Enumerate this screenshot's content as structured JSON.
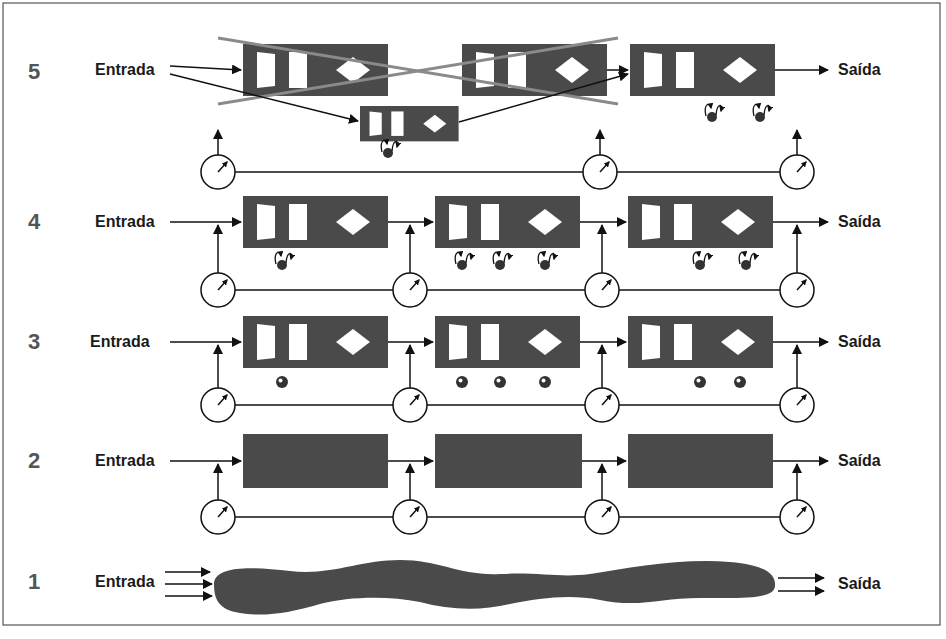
{
  "diagram": {
    "labels": [
      "5",
      "Entrada",
      "Saída",
      "4",
      "Entrada",
      "Saída",
      "3",
      "Entrada",
      "Saída",
      "2",
      "Entrada",
      "Saída",
      "1",
      "Entrada",
      "Saída"
    ]
  }
}
